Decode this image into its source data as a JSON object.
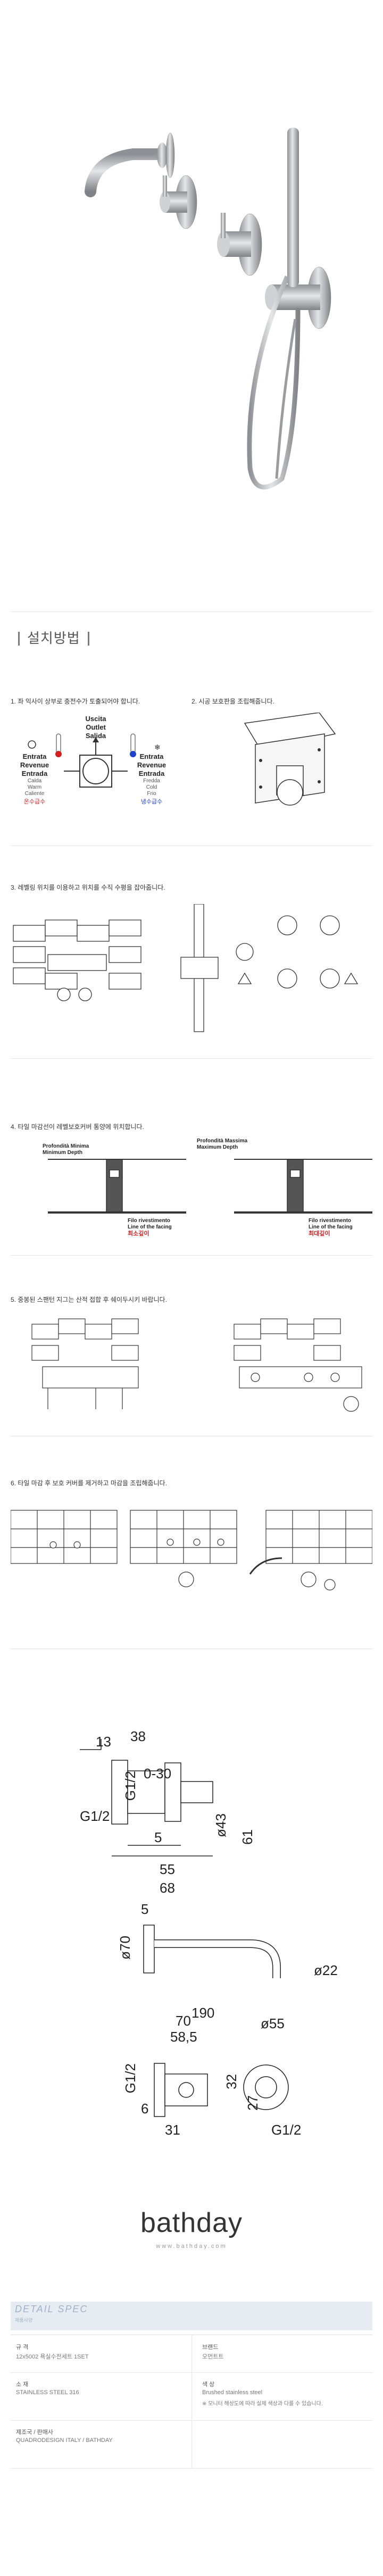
{
  "section": {
    "title": "설치방법"
  },
  "steps": [
    {
      "text": "1. 좌 익사이 상부로 충전수가 토출되어야 합니다."
    },
    {
      "text": "2. 시공 보호판을 조립해줍니다."
    },
    {
      "text": "3. 레벨링 위치를 이용하고 위치를 수직 수평을 잡아줍니다."
    },
    {
      "text": "4. 타일 마감선이 레벨보호커버 통양에 위치합니다."
    },
    {
      "text": "5. 중봉된 스팬턴 지그는 산적 접합 후 쉐이두시키 바랍니다."
    },
    {
      "text": "6. 타일 마감 후 보호 커버를 제거하고 마감을 조립해줍니다."
    }
  ],
  "step1": {
    "outlet": [
      "Uscita",
      "Outlet",
      "Salida"
    ],
    "hot": {
      "title": [
        "Entrata",
        "Revenue",
        "Entrada"
      ],
      "sub": [
        "Calda",
        "Warm",
        "Caliente"
      ],
      "kr": "온수급수"
    },
    "cold": {
      "title": [
        "Entrata",
        "Revenue",
        "Entrada"
      ],
      "sub": [
        "Fredda",
        "Cold",
        "Frio"
      ],
      "kr": "냉수급수"
    }
  },
  "step4": {
    "min": {
      "title": [
        "Profondità Minima",
        "Minimum Depth"
      ],
      "line": [
        "Filo rivestimento",
        "Line of the facing"
      ],
      "kr": "최소깊이"
    },
    "max": {
      "title": [
        "Profondità Massima",
        "Maximum Depth"
      ],
      "line": [
        "Filo rivestimento",
        "Line of the facing"
      ],
      "kr": "최대깊이"
    }
  },
  "dims": {
    "a": "13",
    "b": "38",
    "c": "G1/2",
    "d": "0-30",
    "e": "G1/2",
    "f": "ø43",
    "g": "61",
    "h": "5",
    "i": "55",
    "j": "68",
    "k": "5",
    "l": "ø70",
    "m": "ø22",
    "n": "190",
    "o": "70",
    "p": "58,5",
    "q": "ø55",
    "r": "G1/2",
    "s": "32",
    "t": "27",
    "u": "6",
    "v": "31",
    "w": "G1/2"
  },
  "logo": {
    "name": "bathday",
    "url": "www.bathday.com"
  },
  "spec": {
    "title": "DETAIL SPEC",
    "subtitle": "제품사양",
    "rows": [
      {
        "k1": "규 격",
        "v1": "12x5002 욕실수전세트 1SET",
        "k2": "브랜드",
        "v2": "오먼트트"
      },
      {
        "k1": "소 재",
        "v1": "STAINLESS STEEL 316",
        "k2": "색 상",
        "v2": "Brushed stainless steel"
      },
      {
        "k1": "",
        "v1": "",
        "k2": "",
        "v2": "※ 모니터 해상도에 따라 실제 색상과 다를 수 있습니다."
      },
      {
        "k1": "제조국 / 판매사",
        "v1": "QUADRODESIGN ITALY / BATHDAY",
        "k2": "",
        "v2": ""
      }
    ]
  },
  "colors": {
    "steel": "#b9bcbf",
    "line": "#333333",
    "hot": "#d02020",
    "cold": "#2040d0",
    "spec_bg": "#e7ecf3"
  }
}
